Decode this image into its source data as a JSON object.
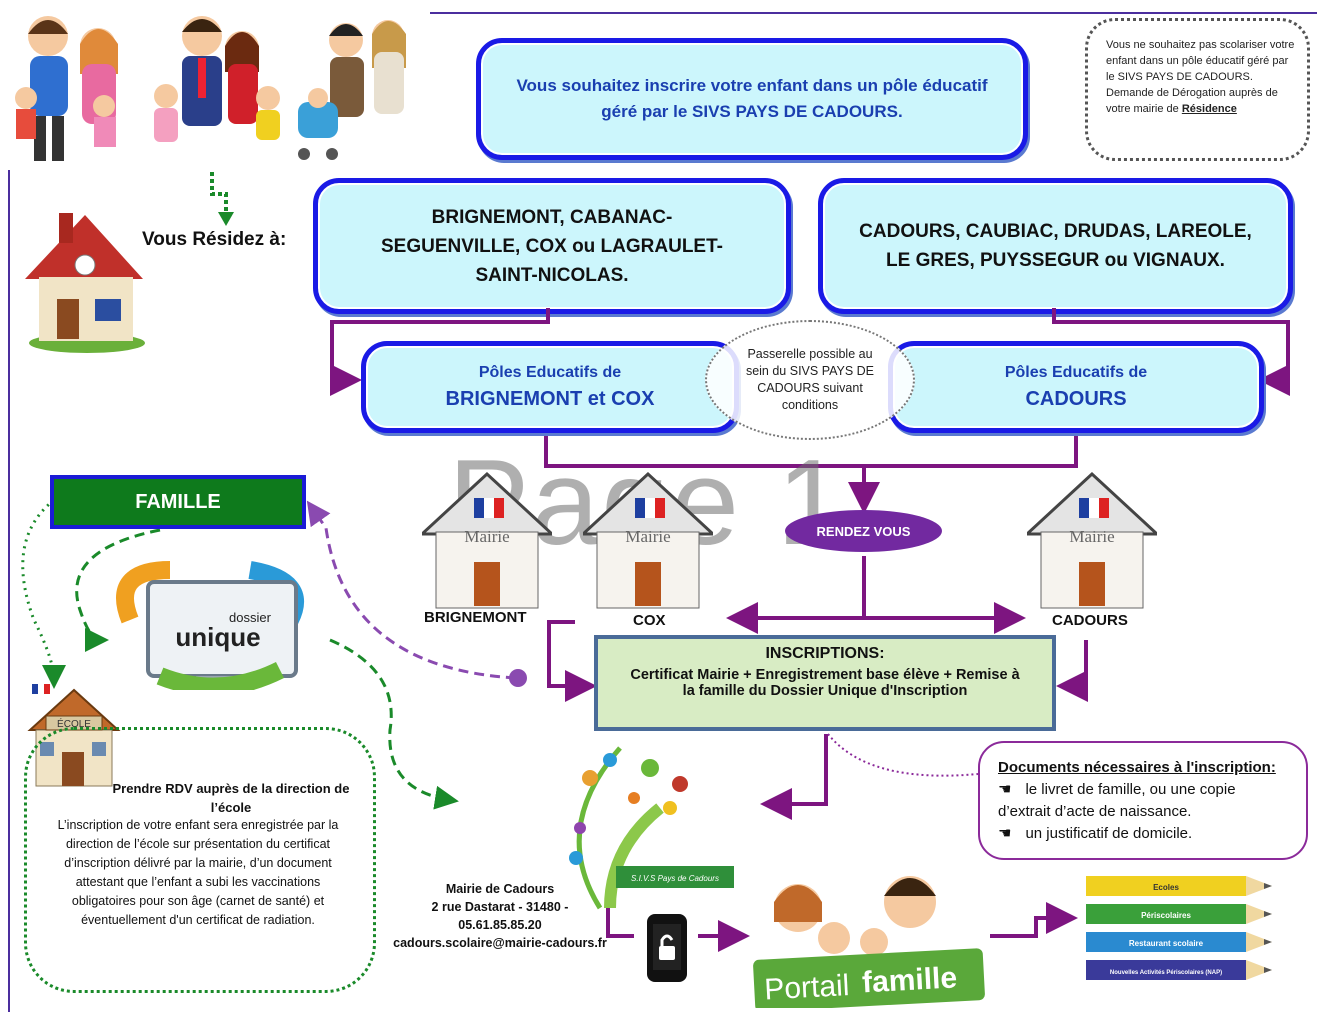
{
  "question": "Vous souhaitez inscrire votre enfant dans un pôle éducatif géré par le SIVS PAYS DE CADOURS.",
  "derogation": {
    "text": "Vous ne souhaitez pas scolariser votre enfant dans un pôle éducatif géré par le SIVS PAYS DE CADOURS. Demande de Dérogation auprès de votre mairie de",
    "emphasis": "Résidence"
  },
  "residence_label": "Vous Résidez à:",
  "zones": [
    {
      "towns": "BRIGNEMONT, CABANAC-SEGUENVILLE, COX ou LAGRAULET-SAINT-NICOLAS."
    },
    {
      "towns": "CADOURS, CAUBIAC, DRUDAS, LAREOLE, LE GRES, PUYSSEGUR ou VIGNAUX."
    }
  ],
  "poles": [
    {
      "line1": "Pôles Educatifs de",
      "line2": "BRIGNEMONT et COX"
    },
    {
      "line1": "Pôles Educatifs de",
      "line2": "CADOURS"
    }
  ],
  "passerelle": "Passerelle possible au sein du SIVS PAYS DE CADOURS suivant conditions",
  "watermark": "Page 1",
  "famille": "FAMILLE",
  "rendez_vous": "RENDEZ VOUS",
  "mairie_sign": "Mairie",
  "houses": [
    "BRIGNEMONT",
    "COX",
    "CADOURS"
  ],
  "inscriptions": {
    "title": "INSCRIPTIONS:",
    "line1": "Certificat Mairie + Enregistrement base élève + Remise à",
    "line2": "la famille du Dossier Unique d'Inscription"
  },
  "documents": {
    "title": "Documents nécessaires à l'inscription:",
    "item1_a": "le livret de famille, ou une copie",
    "item1_b": "d’extrait d’acte de naissance.",
    "item2": "un justificatif de domicile.",
    "bullet": "☚"
  },
  "dossier_unique": {
    "word1": "dossier",
    "word2": "unique"
  },
  "ecole": {
    "sign": "ÉCOLE",
    "title": "Prendre RDV auprès de la direction de l’école",
    "text": "L’inscription de votre enfant sera enregistrée par la direction de l’école sur présentation du certificat d’inscription délivré par la mairie, d’un document attestant que l’enfant a subi les vaccinations obligatoires pour son âge (carnet de santé) et éventuellement d'un certificat de radiation."
  },
  "address": {
    "name": "Mairie de Cadours",
    "street": "2 rue Dastarat - 31480 -",
    "phone": "05.61.85.85.20",
    "email": "cadours.scolaire@mairie-cadours.fr"
  },
  "sivs_logo": "S.I.V.S Pays de Cadours",
  "portail": {
    "word1": "Portail",
    "word2": "famille"
  },
  "pencils": [
    "Ecoles",
    "Périscolaires",
    "Restaurant scolaire",
    "Nouvelles Activités Périscolaires (NAP)"
  ],
  "colors": {
    "bubble_fill": "#ccf6fc",
    "bubble_border": "#1a1ae6",
    "arrow_purple": "#7d1580",
    "famille_green": "#0e7a1c",
    "inscriptions_fill": "#d8ecc4",
    "dashed_green": "#1a8a2a"
  }
}
